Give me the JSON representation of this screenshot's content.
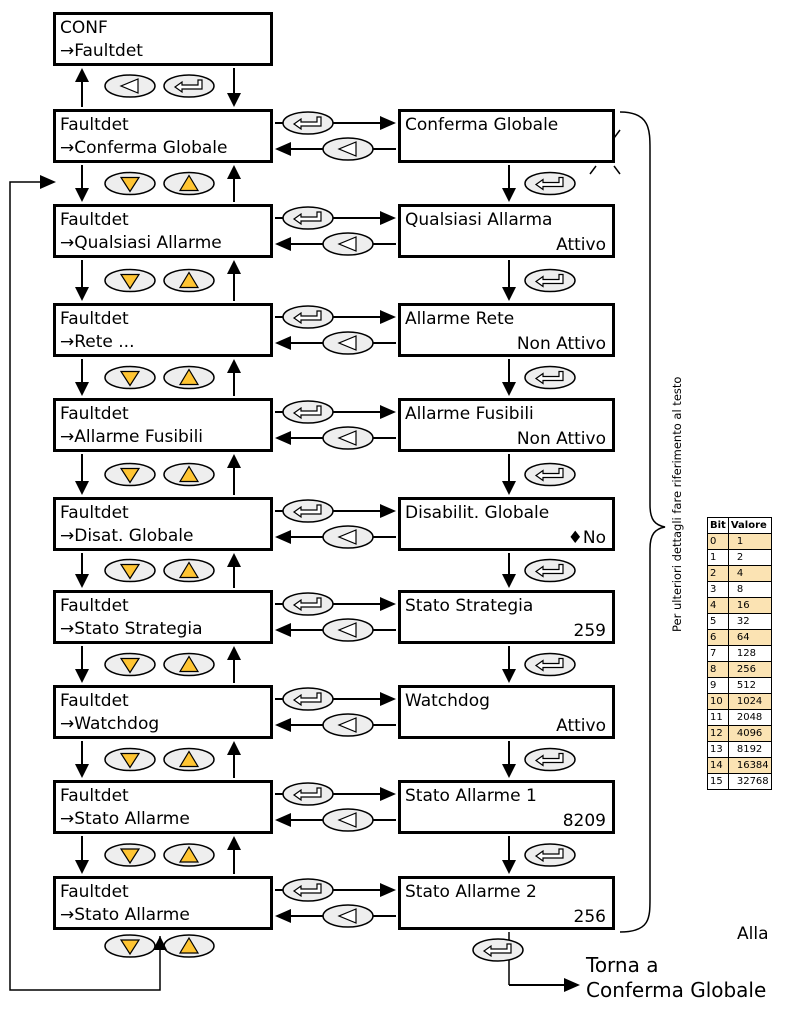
{
  "colors": {
    "down_arrow_fill": "#ffc533",
    "up_arrow_fill": "#ffc533",
    "key_fill": "#eeeeee",
    "row_highlight": "#fbe3b3"
  },
  "top_box": {
    "line1": "CONF",
    "line2": "→Faultdet"
  },
  "left_boxes": [
    {
      "line1": "Faultdet",
      "line2": "→Conferma Globale"
    },
    {
      "line1": "Faultdet",
      "line2": "→Qualsiasi Allarme"
    },
    {
      "line1": "Faultdet",
      "line2": "→Rete ..."
    },
    {
      "line1": "Faultdet",
      "line2": "→Allarme Fusibili"
    },
    {
      "line1": "Faultdet",
      "line2": "→Disat. Globale"
    },
    {
      "line1": "Faultdet",
      "line2": "→Stato Strategia"
    },
    {
      "line1": "Faultdet",
      "line2": "→Watchdog"
    },
    {
      "line1": "Faultdet",
      "line2": "→Stato Allarme"
    },
    {
      "line1": "Faultdet",
      "line2": "→Stato Allarme"
    }
  ],
  "right_boxes": [
    {
      "line1": "Conferma Globale",
      "line2": ""
    },
    {
      "line1": "Qualsiasi Allarma",
      "line2": "Attivo"
    },
    {
      "line1": "Allarme Rete",
      "line2": "Non Attivo"
    },
    {
      "line1": "Allarme Fusibili",
      "line2": "Non Attivo"
    },
    {
      "line1": "Disabilit. Globale",
      "line2": "♦No"
    },
    {
      "line1": "Stato Strategia",
      "line2": "259"
    },
    {
      "line1": "Watchdog",
      "line2": "Attivo"
    },
    {
      "line1": "Stato Allarme 1",
      "line2": "8209"
    },
    {
      "line1": "Stato Allarme 2",
      "line2": "256"
    }
  ],
  "side_note": "Per ulteriori dettagli fare riferimento al testo",
  "return_label": {
    "line1": "Torna a",
    "line2": "Conferma Globale"
  },
  "bit_table": {
    "headers": [
      "Bit",
      "Valore"
    ],
    "rows": [
      [
        "0",
        "1"
      ],
      [
        "1",
        "2"
      ],
      [
        "2",
        "4"
      ],
      [
        "3",
        "8"
      ],
      [
        "4",
        "16"
      ],
      [
        "5",
        "32"
      ],
      [
        "6",
        "64"
      ],
      [
        "7",
        "128"
      ],
      [
        "8",
        "256"
      ],
      [
        "9",
        "512"
      ],
      [
        "10",
        "1024"
      ],
      [
        "11",
        "2048"
      ],
      [
        "12",
        "4096"
      ],
      [
        "13",
        "8192"
      ],
      [
        "14",
        "16384"
      ],
      [
        "15",
        "32768"
      ]
    ]
  },
  "partial_label": "Alla"
}
